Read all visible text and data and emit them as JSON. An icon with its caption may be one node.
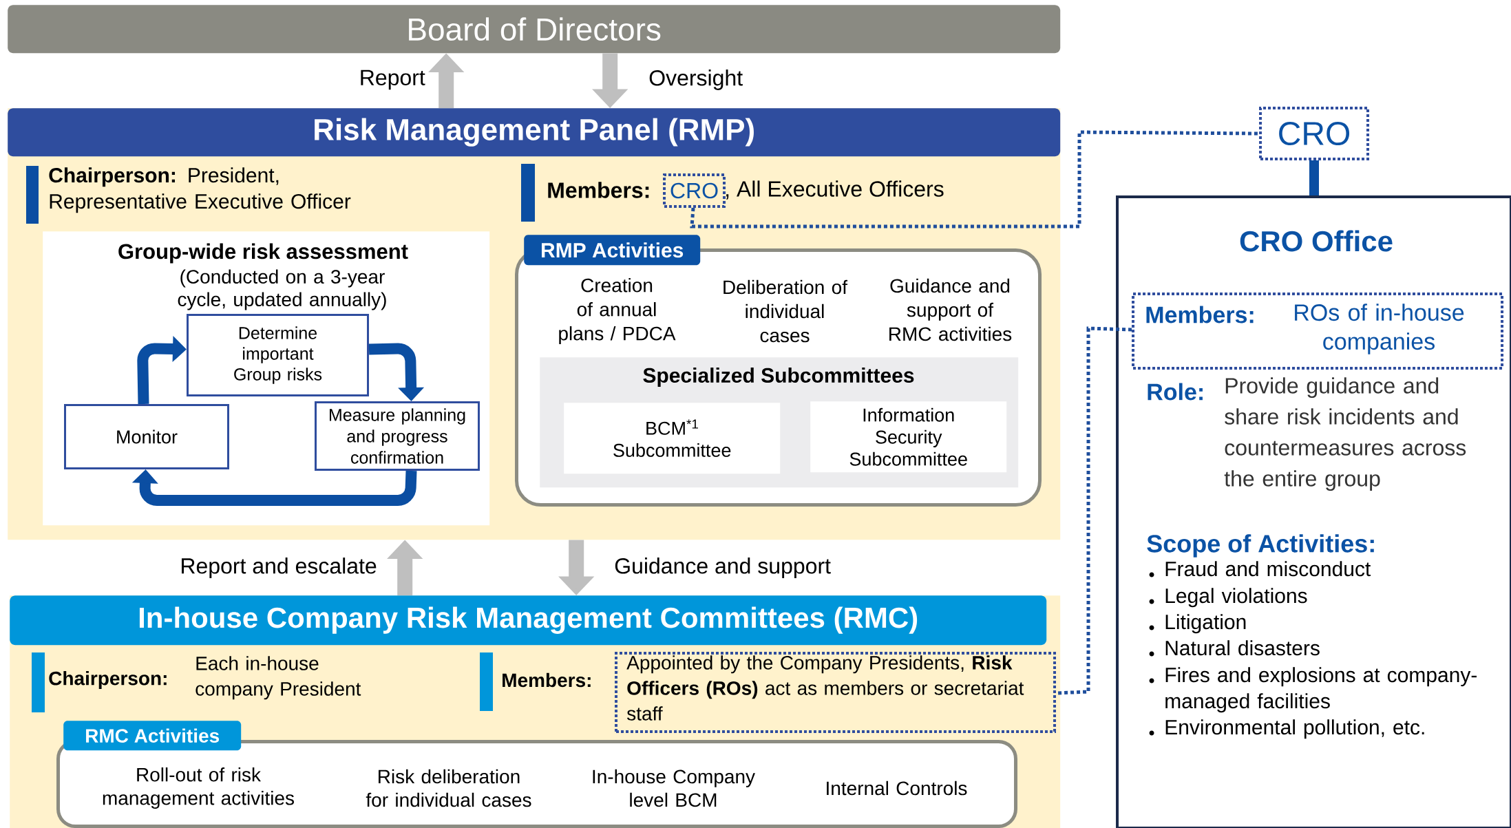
{
  "diagram": {
    "nodes": [
      {
        "text": [
          "Board of Directors"
        ]
      },
      {
        "text": [
          "Risk Management Panel (RMP)"
        ]
      },
      {
        "text": [
          "Group-wide risk assessment",
          "(Conducted on a 3-year cycle, updated annually)"
        ],
        "in": 1
      },
      {
        "text": [
          "Determine important Group risks"
        ],
        "in": 2
      },
      {
        "text": [
          "Monitor"
        ],
        "in": 2
      },
      {
        "text": [
          "Measure planning and progress confirmation"
        ],
        "in": 2
      },
      {
        "text": [
          "CRO"
        ],
        "in": 1
      },
      {
        "text": [
          "RMP Activities",
          "Creation of annual plans / PDCA",
          "Deliberation of individual cases",
          "Guidance and support of RMC activities"
        ],
        "in": 1
      },
      {
        "text": [
          "Specialized Subcommittees"
        ],
        "in": 7
      },
      {
        "text": [
          "BCM$^{*1}$ Subcommittee"
        ],
        "in": 8
      },
      {
        "text": [
          "Information Security Subcommittee"
        ],
        "in": 8
      },
      {
        "text": [
          "In-house Company Risk Management Committees (RMC)"
        ]
      },
      {
        "text": [
          "Appointed by the Company Presidents, **Risk Officers (ROs)** act as members or secretariat staff"
        ],
        "in": 11
      },
      {
        "text": [
          "RMC Activities",
          "Roll-out of risk management activities",
          "Risk deliberation for individual cases",
          "In-house Company level BCM",
          "Internal Controls"
        ],
        "in": 11
      },
      {
        "text": [
          "CRO"
        ]
      },
      {
        "text": [
          "CRO Office",
          "Role:",
          "Provide guidance and share risk incidents and countermeasures across the entire group",
          "Scope of Activities:",
          "Fraud and misconduct",
          "Legal violations",
          "Litigation",
          "Natural disasters",
          "Fires and explosions at company-managed facilities",
          "Environmental pollution, etc."
        ]
      },
      {
        "text": [
          "Members:",
          "ROs of in-house companies"
        ],
        "in": 15
      }
    ],
    "edges": [
      {
        "from": 1,
        "to": 0,
        "arrow": "to",
        "label": "Report"
      },
      {
        "from": 0,
        "to": 1,
        "arrow": "to",
        "label": "Oversight"
      },
      {
        "from": 4,
        "to": 3,
        "arrow": "to",
        "color": "#0b4ea2"
      },
      {
        "from": 3,
        "to": 5,
        "arrow": "to",
        "color": "#0b4ea2"
      },
      {
        "from": 5,
        "to": 4,
        "arrow": "to",
        "color": "#0b4ea2"
      },
      {
        "from": 11,
        "to": 1,
        "arrow": "to",
        "label": "Report and escalate"
      },
      {
        "from": 1,
        "to": 11,
        "arrow": "to",
        "label": "Guidance and support"
      },
      {
        "from": 6,
        "to": 14,
        "arrow": "none",
        "style": "dashed",
        "color": "#1f4e9c"
      },
      {
        "from": 14,
        "to": 15,
        "arrow": "none",
        "color": "#0b4ea2"
      },
      {
        "from": 16,
        "to": 12,
        "arrow": "none",
        "style": "dashed",
        "color": "#1f4e9c"
      }
    ],
    "labels": [
      "**Chairperson:** President, Representative Executive Officer",
      "Members:",
      ", All Executive Officers",
      "Chairperson:",
      "Each in-house company President",
      "Members:"
    ]
  }
}
